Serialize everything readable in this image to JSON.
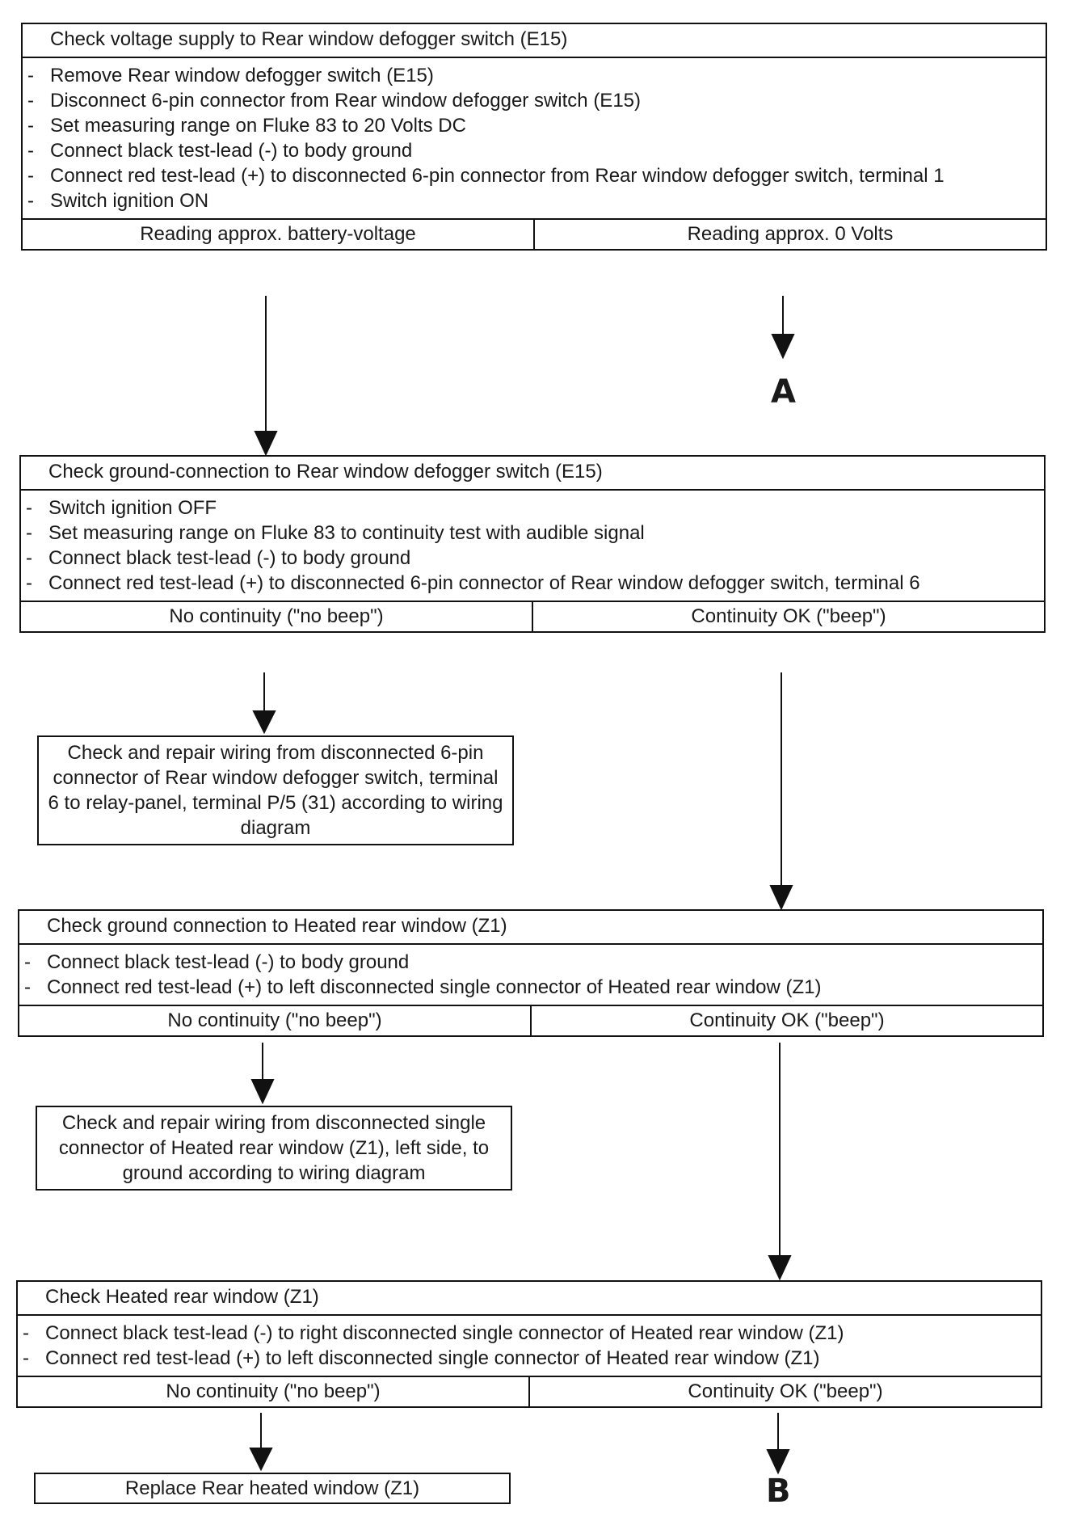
{
  "blocks": [
    {
      "title": "Check voltage supply to Rear window defogger switch (E15)",
      "steps": [
        "Remove Rear window defogger switch (E15)",
        "Disconnect 6-pin connector from Rear window defogger switch (E15)",
        "Set measuring range on Fluke 83 to 20 Volts DC",
        "Connect black test-lead (-) to body ground",
        "Connect red test-lead (+) to disconnected 6-pin connector from Rear window defogger switch, terminal 1",
        "Switch ignition ON"
      ],
      "outcome_left": "Reading approx. battery-voltage",
      "outcome_right": "Reading approx. 0 Volts"
    },
    {
      "title": "Check ground-connection to Rear window defogger switch (E15)",
      "steps": [
        "Switch ignition OFF",
        "Set measuring range on Fluke 83 to continuity test with audible signal",
        "Connect black test-lead (-) to body ground",
        "Connect red test-lead (+) to disconnected 6-pin connector of Rear window defogger switch, terminal 6"
      ],
      "outcome_left": "No continuity (\"no beep\")",
      "outcome_right": "Continuity OK (\"beep\")"
    },
    {
      "title": "Check ground connection to Heated rear window (Z1)",
      "steps": [
        "Connect black test-lead (-) to body ground",
        "Connect red test-lead (+) to left disconnected single connector of Heated rear window (Z1)"
      ],
      "outcome_left": "No continuity (\"no beep\")",
      "outcome_right": "Continuity OK (\"beep\")"
    },
    {
      "title": "Check Heated rear window (Z1)",
      "steps": [
        "Connect black test-lead (-) to right disconnected single connector of Heated rear window (Z1)",
        "Connect red test-lead (+) to left disconnected single connector of Heated rear window (Z1)"
      ],
      "outcome_left": "No continuity (\"no beep\")",
      "outcome_right": "Continuity OK (\"beep\")"
    }
  ],
  "actions": {
    "repair_switch_ground": "Check and repair wiring from disconnected 6-pin connector of Rear window defogger switch, terminal 6 to relay-panel, terminal P/5 (31) according to wiring diagram",
    "repair_window_ground": "Check and repair wiring from disconnected single connector of Heated rear window (Z1), left side, to ground according to wiring diagram",
    "replace_window": "Replace Rear heated window (Z1)"
  },
  "labels": {
    "a": "A",
    "b": "B"
  }
}
